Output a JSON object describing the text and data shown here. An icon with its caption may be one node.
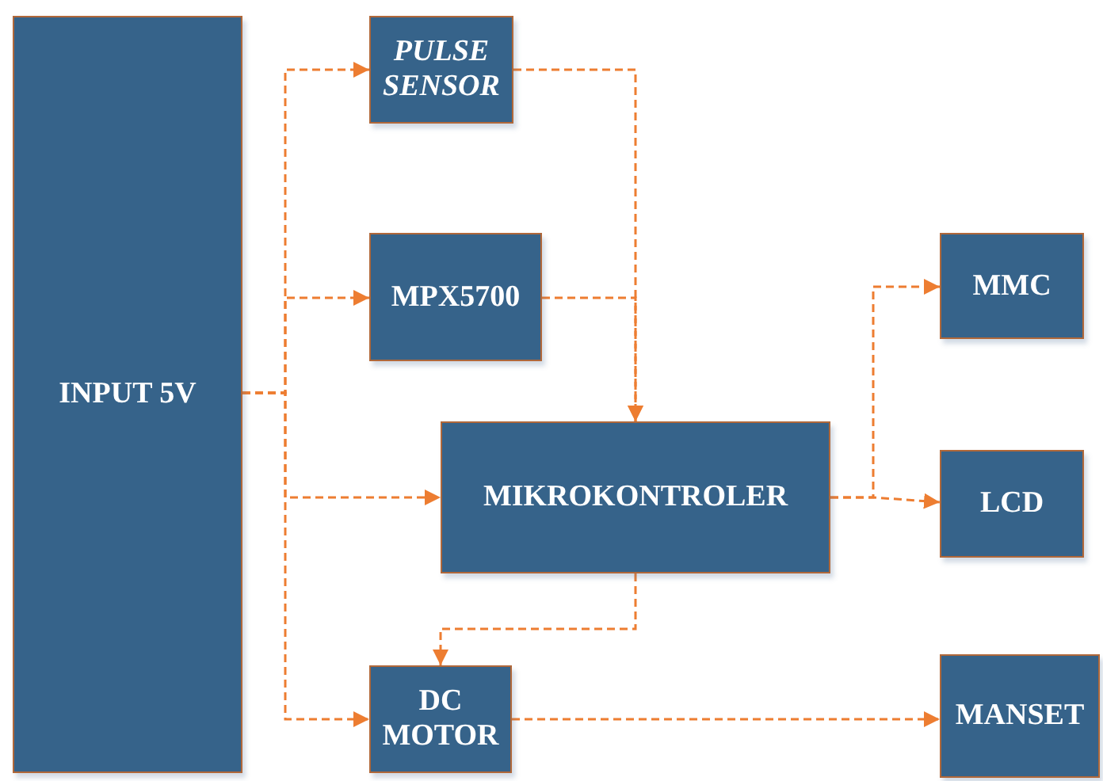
{
  "diagram": {
    "nodes": [
      {
        "text": [
          "INPUT 5V"
        ]
      },
      {
        "text": [
          "PULSE SENSOR"
        ]
      },
      {
        "text": [
          "MPX5700"
        ]
      },
      {
        "text": [
          "MIKROKONTROLER"
        ]
      },
      {
        "text": [
          "MMC"
        ]
      },
      {
        "text": [
          "LCD"
        ]
      },
      {
        "text": [
          "DC MOTOR"
        ]
      },
      {
        "text": [
          "MANSET"
        ]
      }
    ],
    "edges": [
      {
        "from": 0,
        "to": 1,
        "arrow": "to",
        "style": "dashed"
      },
      {
        "from": 0,
        "to": 2,
        "arrow": "to",
        "style": "dashed"
      },
      {
        "from": 0,
        "to": 3,
        "arrow": "to",
        "style": "dashed"
      },
      {
        "from": 0,
        "to": 6,
        "arrow": "to",
        "style": "dashed"
      },
      {
        "from": 1,
        "to": 3,
        "arrow": "to",
        "style": "dashed"
      },
      {
        "from": 2,
        "to": 3,
        "arrow": "to",
        "style": "dashed"
      },
      {
        "from": 3,
        "to": 4,
        "arrow": "to",
        "style": "dashed"
      },
      {
        "from": 3,
        "to": 5,
        "arrow": "to",
        "style": "dashed"
      },
      {
        "from": 3,
        "to": 6,
        "arrow": "to",
        "style": "dashed"
      },
      {
        "from": 6,
        "to": 7,
        "arrow": "to",
        "style": "dashed"
      }
    ]
  }
}
